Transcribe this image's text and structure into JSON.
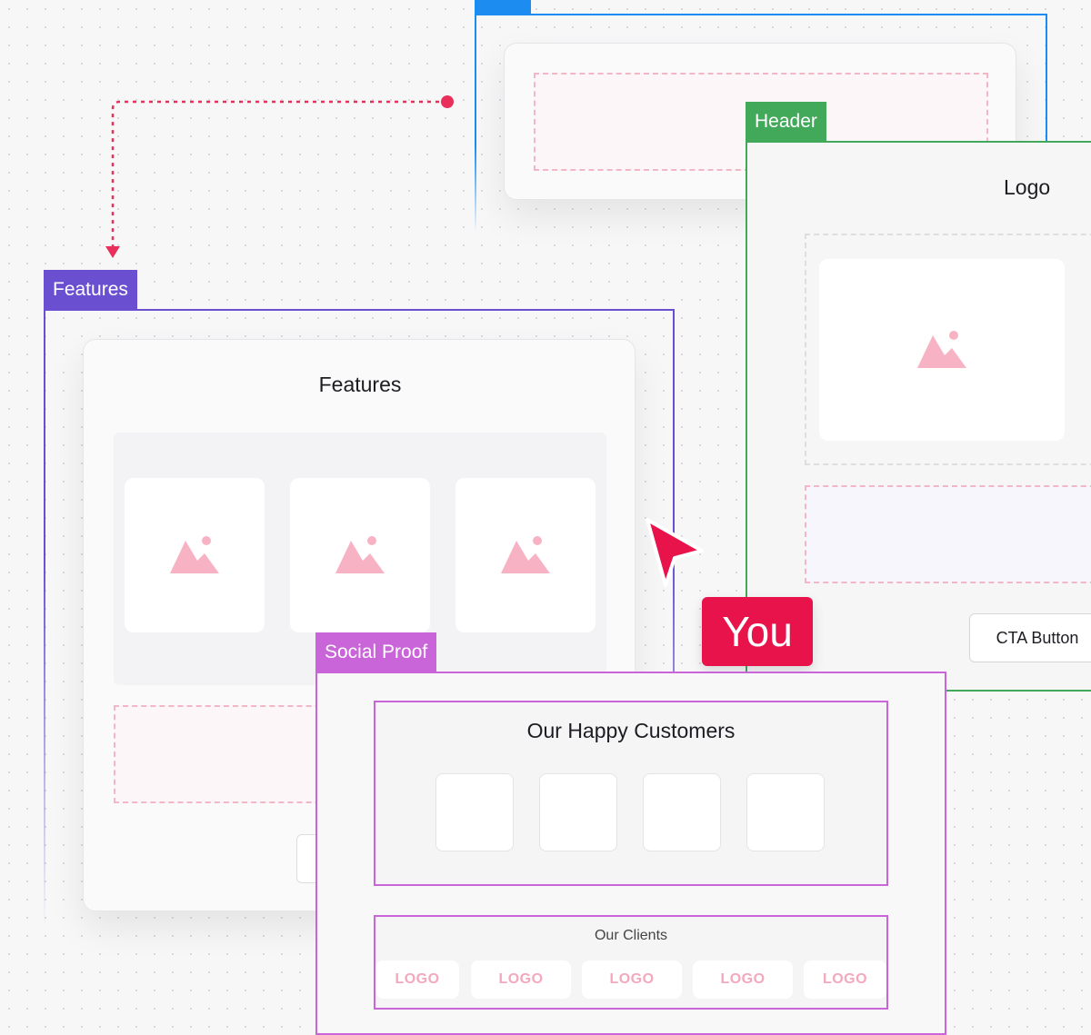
{
  "frames": {
    "features_label": "Features",
    "header_label": "Header",
    "social_label": "Social Proof"
  },
  "features": {
    "title": "Features"
  },
  "header": {
    "logo_text": "Logo",
    "cta_label": "CTA Button"
  },
  "social": {
    "customers_title": "Our Happy Customers",
    "clients_title": "Our Clients",
    "logos": [
      "LOGO",
      "LOGO",
      "LOGO",
      "LOGO",
      "LOGO"
    ]
  },
  "cursor": {
    "label": "You"
  },
  "colors": {
    "blue": "#1c8cf0",
    "green": "#43a95a",
    "purple": "#6a4fd1",
    "magenta": "#c964d9",
    "red": "#e8134a",
    "pink": "#f3a9bd"
  }
}
